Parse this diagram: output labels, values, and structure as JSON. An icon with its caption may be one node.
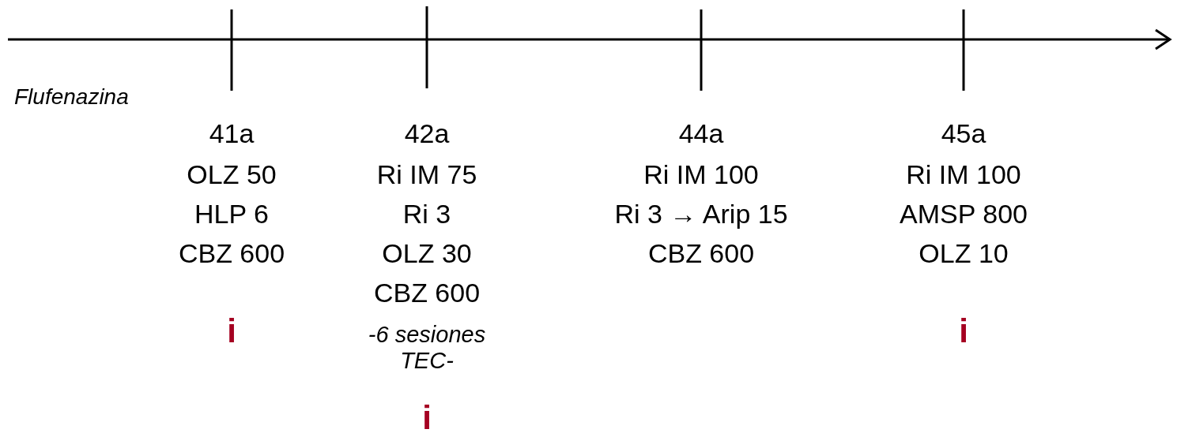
{
  "diagram": {
    "labels": [
      "Flufenazina",
      "41a",
      "OLZ 50",
      "HLP 6",
      "CBZ 600",
      "i",
      "42a",
      "Ri IM 75",
      "Ri 3",
      "OLZ 30",
      "CBZ 600",
      "-6 sesiones TEC-",
      "i",
      "44a",
      "Ri IM 100",
      "Ri 3 → Arip 15",
      "CBZ 600",
      "45a",
      "Ri IM 100",
      "AMSP 800",
      "OLZ 10",
      "i"
    ]
  }
}
